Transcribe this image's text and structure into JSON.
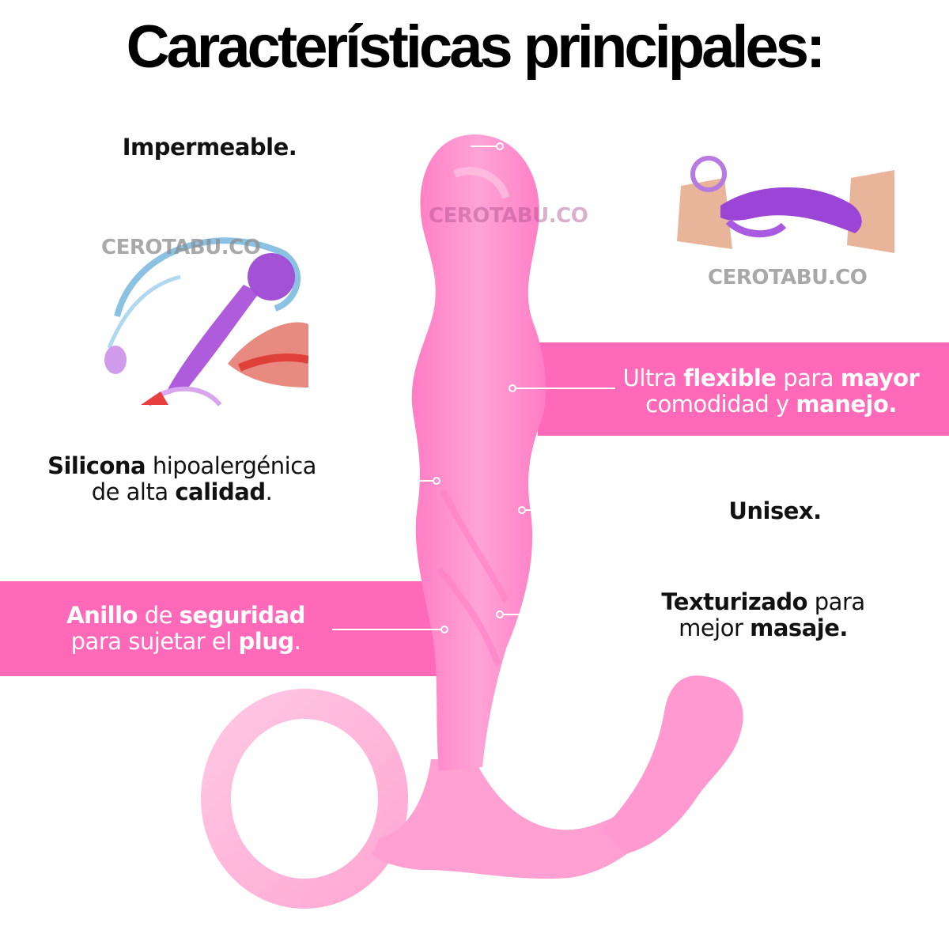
{
  "title": "Características principales:",
  "watermarks": {
    "left": "CEROTABU.CO",
    "center": "CEROTABU.CO",
    "right": "CEROTABU.CO"
  },
  "features": {
    "impermeable": {
      "bold": "Impermeable."
    },
    "silicona": {
      "bold1": "Silicona",
      "text1": " hipoalergénica",
      "text2": "de alta ",
      "bold2": "calidad",
      "text3": "."
    },
    "unisex": {
      "bold": "Unisex."
    },
    "texturizado": {
      "bold1": "Texturizado",
      "text1": " para",
      "text2": "mejor ",
      "bold2": "masaje."
    },
    "flexible": {
      "text1": "Ultra ",
      "bold1": "flexible",
      "text2": " para ",
      "bold2": "mayor",
      "text3": "comodidad y ",
      "bold3": "manejo."
    },
    "anillo": {
      "bold1": "Anillo",
      "text1": " de ",
      "bold2": "seguridad",
      "text2": "para sujetar el ",
      "bold3": "plug",
      "text3": "."
    }
  },
  "colors": {
    "band_pink": "#ff69b8",
    "product_pink": "#ff8fcc",
    "title": "#000000",
    "inset_purple": "#9a3fd0"
  },
  "images": {
    "main_product": "pink-prostate-massager-with-ring",
    "inset_left": "purple-product-water-splash-with-lips",
    "inset_right": "purple-product-flexed-in-hands"
  }
}
